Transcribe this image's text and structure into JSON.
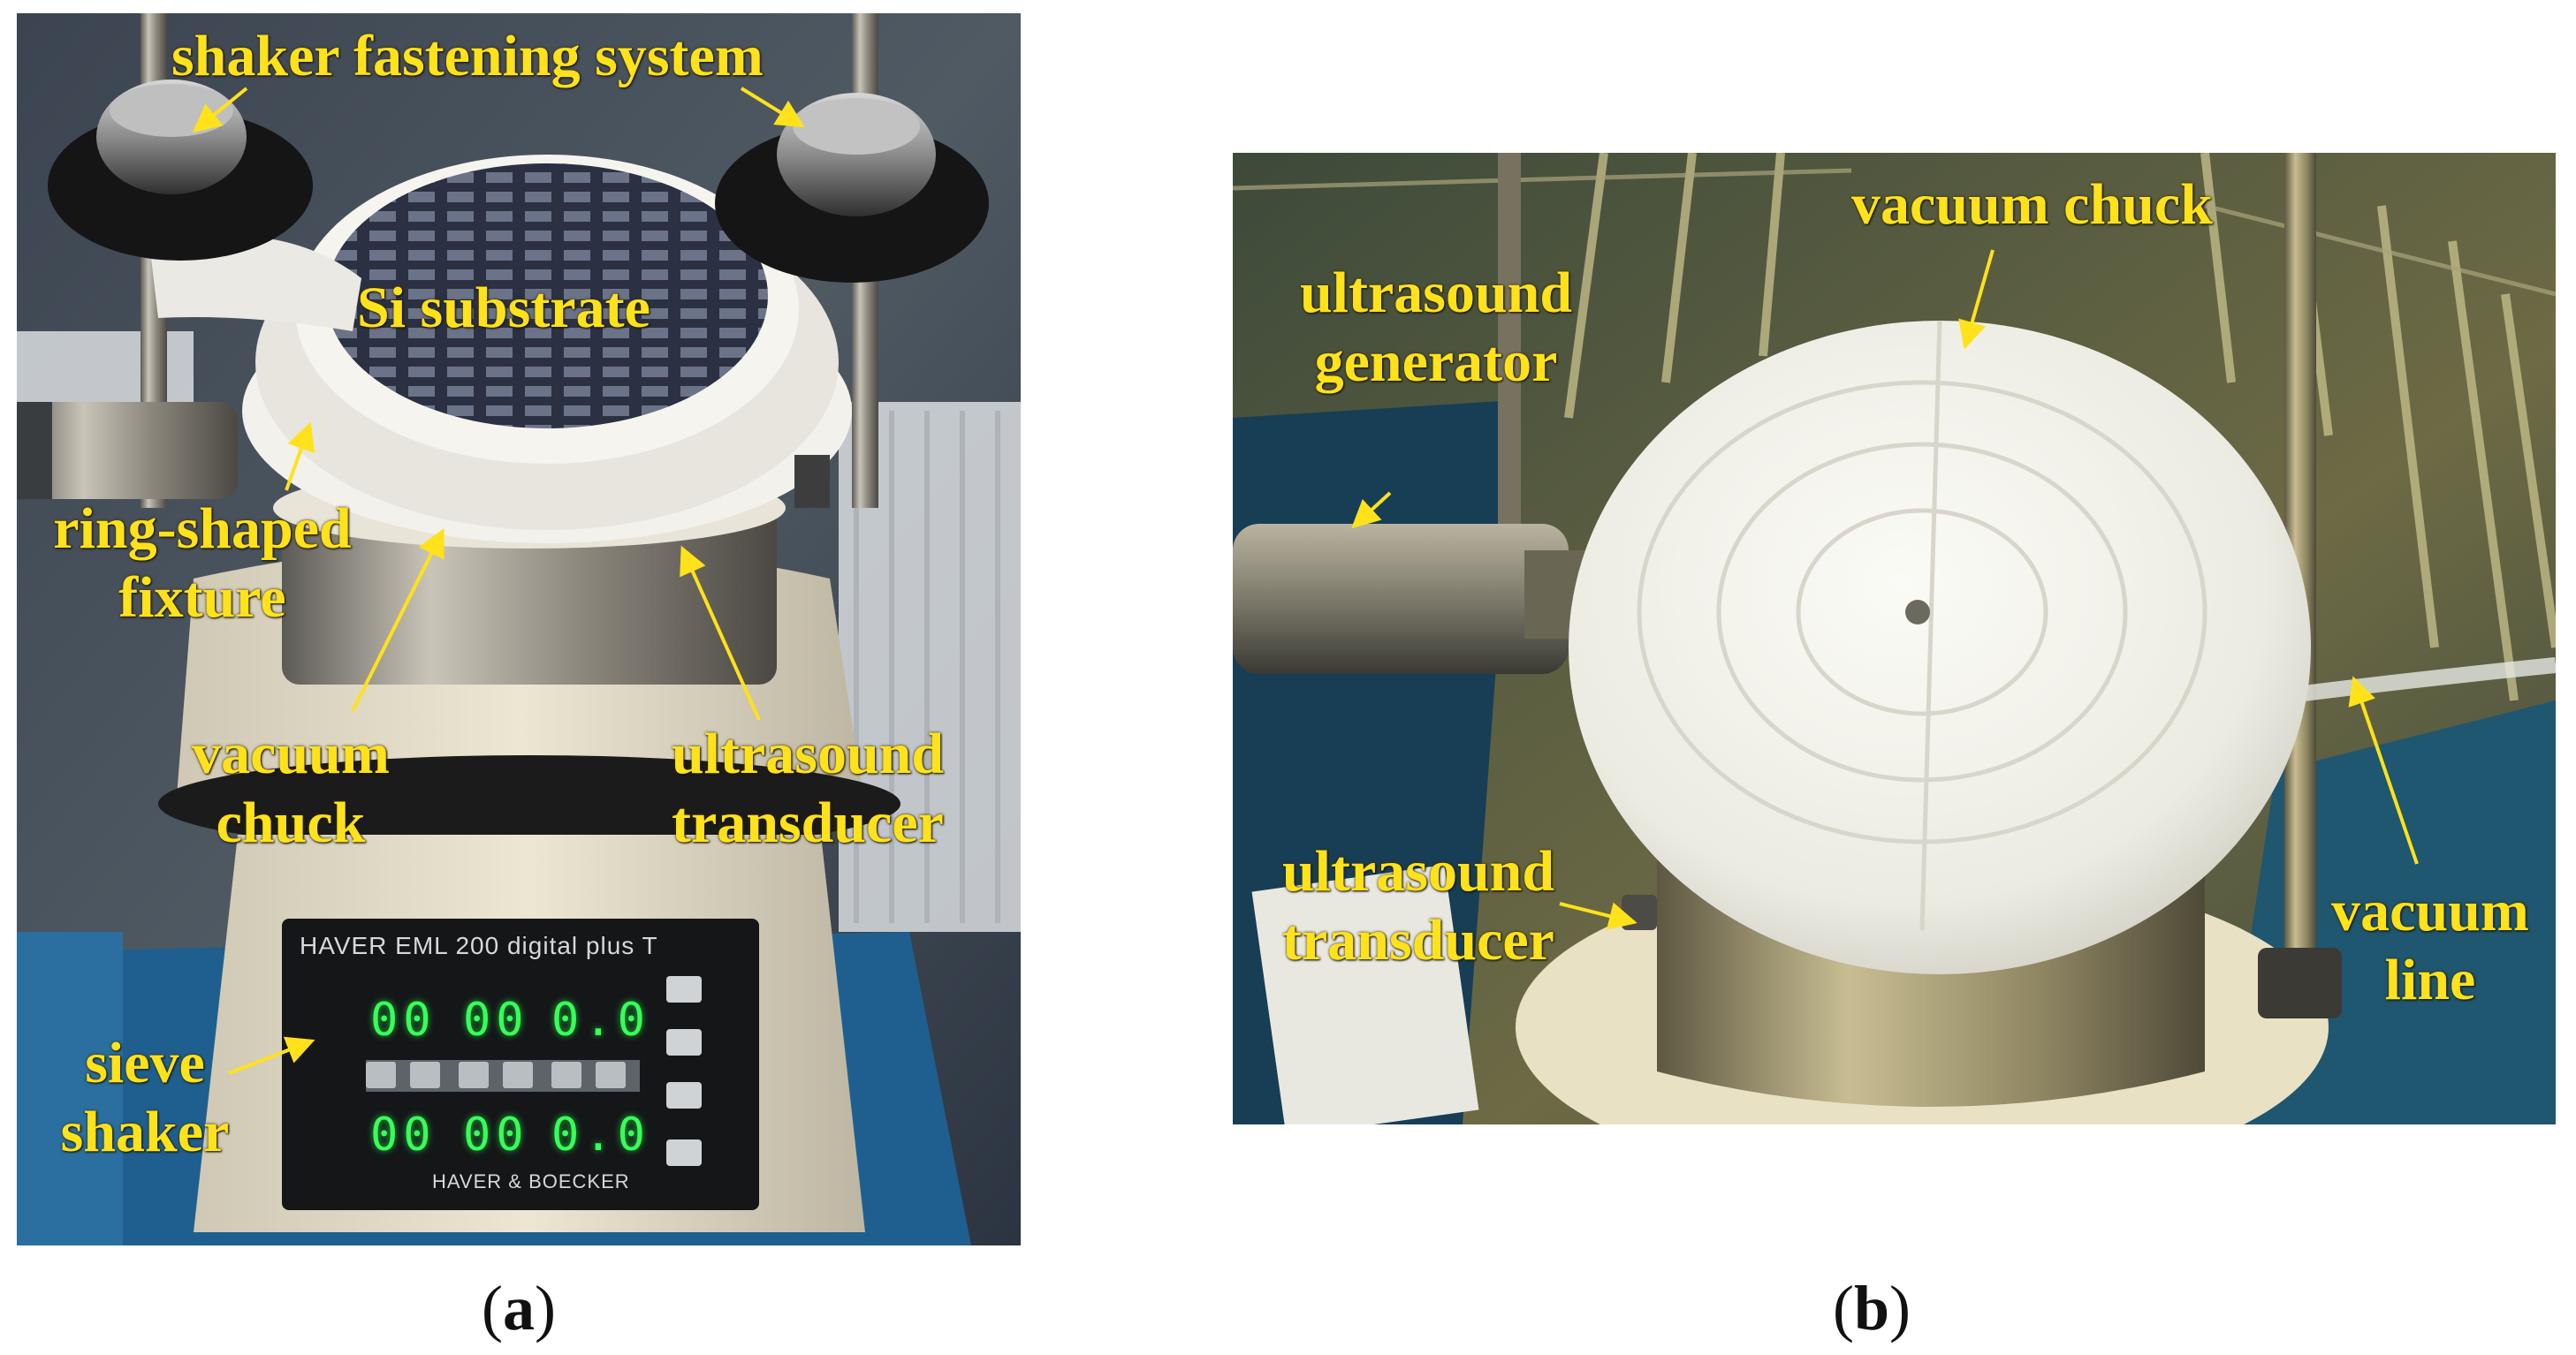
{
  "figure": {
    "panel_a": {
      "caption_prefix": "(",
      "caption_letter": "a",
      "caption_suffix": ")",
      "labels": {
        "shaker_fastening_system": "shaker fastening system",
        "si_substrate": "Si substrate",
        "ring_shaped_fixture_line1": "ring-shaped",
        "ring_shaped_fixture_line2": "fixture",
        "vacuum_chuck_line1": "vacuum",
        "vacuum_chuck_line2": "chuck",
        "ultrasound_transducer_line1": "ultrasound",
        "ultrasound_transducer_line2": "transducer",
        "sieve_shaker_line1": "sieve",
        "sieve_shaker_line2": "shaker"
      },
      "device_brand": "HAVER EML 200 digital plus T",
      "device_footer": "HAVER & BOECKER",
      "display_readings": [
        "00",
        "00",
        "0.0",
        "00",
        "00",
        "0.0"
      ]
    },
    "panel_b": {
      "caption_prefix": "(",
      "caption_letter": "b",
      "caption_suffix": ")",
      "labels": {
        "vacuum_chuck": "vacuum chuck",
        "ultrasound_generator_line1": "ultrasound",
        "ultrasound_generator_line2": "generator",
        "ultrasound_transducer_line1": "ultrasound",
        "ultrasound_transducer_line2": "transducer",
        "vacuum_line_line1": "vacuum",
        "vacuum_line_line2": "line"
      }
    }
  },
  "colors": {
    "label": "#ffe21a",
    "display_digits": "#37ff5a",
    "background": "#ffffff"
  }
}
